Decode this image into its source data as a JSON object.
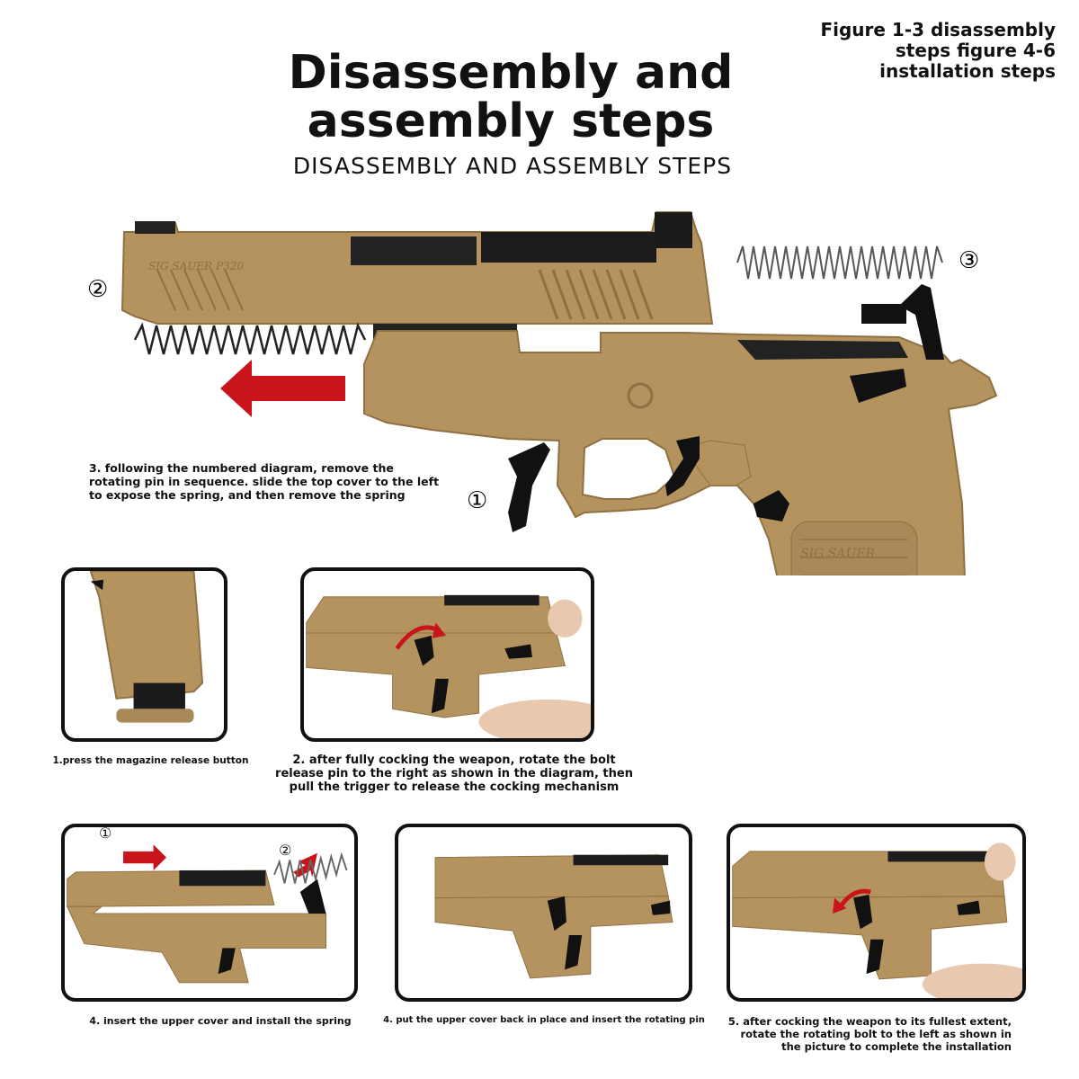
{
  "header": {
    "title_line1": "Disassembly and",
    "title_line2": "assembly steps",
    "subtitle": "DISASSEMBLY AND ASSEMBLY STEPS",
    "note_line1": "Figure 1-3 disassembly",
    "note_line2": "steps figure 4-6",
    "note_line3": "installation steps"
  },
  "hero": {
    "marker_1": "①",
    "marker_2": "②",
    "marker_3": "③",
    "instruction": "3. following the numbered diagram, remove the rotating pin in sequence. slide the top cover to the left to expose the spring, and then remove the spring"
  },
  "steps": [
    {
      "caption": "1.press the magazine release button"
    },
    {
      "caption": "2. after fully cocking the weapon, rotate the bolt release pin to the right as shown in the diagram, then pull the trigger to release the cocking mechanism"
    },
    {
      "caption": "4. insert the upper cover and install the spring",
      "marker_1": "①",
      "marker_2": "②"
    },
    {
      "caption": "4. put the upper cover back in place and insert the rotating pin"
    },
    {
      "caption": "5. after cocking the weapon to its fullest extent, rotate the rotating bolt to the left as shown in the picture to complete the installation"
    }
  ],
  "colors": {
    "tan": "#b5935f",
    "tan_dark": "#8f7043",
    "arrow_red": "#c8151b",
    "frame": "#111111"
  }
}
